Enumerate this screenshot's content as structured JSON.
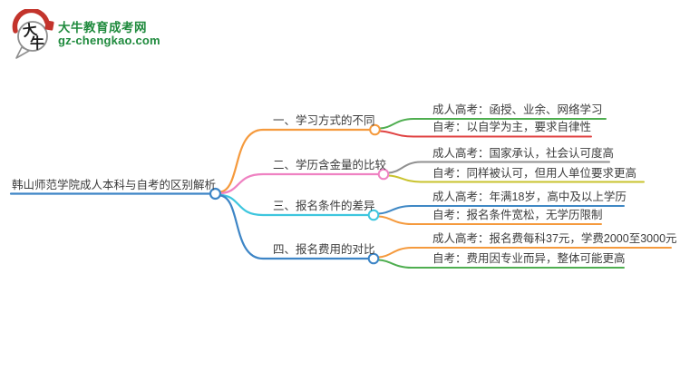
{
  "logo": {
    "icon_char_top": "大",
    "icon_char_bottom": "牛",
    "site_name": "大牛教育成考网",
    "site_domain": "gz-chengkao.com",
    "brand_green": "#1f8a3d",
    "seal_red": "#c3342c"
  },
  "mindmap": {
    "text_color": "#3c3c3c",
    "root": {
      "label": "韩山师范学院成人本科与自考的区别解析",
      "color": "#3d85c6"
    },
    "branches": [
      {
        "label": "一、学习方式的不同",
        "color": "#f59a3d",
        "children": [
          {
            "label": "成人高考：函授、业余、网络学习",
            "color": "#4fae50"
          },
          {
            "label": "自考：以自学为主，要求自律性",
            "color": "#e04343"
          }
        ]
      },
      {
        "label": "二、学历含金量的比较",
        "color": "#ef82c2",
        "children": [
          {
            "label": "成人高考：国家承认，社会认可度高",
            "color": "#909090"
          },
          {
            "label": "自考：同样被认可，但用人单位要求更高",
            "color": "#c9c32e"
          }
        ]
      },
      {
        "label": "三、报名条件的差异",
        "color": "#3ec6de",
        "children": [
          {
            "label": "成人高考：年满18岁，高中及以上学历",
            "color": "#3f88c5"
          },
          {
            "label": "自考：报名条件宽松，无学历限制",
            "color": "#f59a3d"
          }
        ]
      },
      {
        "label": "四、报名费用的对比",
        "color": "#3d85c6",
        "children": [
          {
            "label": "成人高考：报名费每科37元，学费2000至3000元",
            "color": "#f59a3d"
          },
          {
            "label": "自考：费用因专业而异，整体可能更高",
            "color": "#4fae50"
          }
        ]
      }
    ]
  }
}
